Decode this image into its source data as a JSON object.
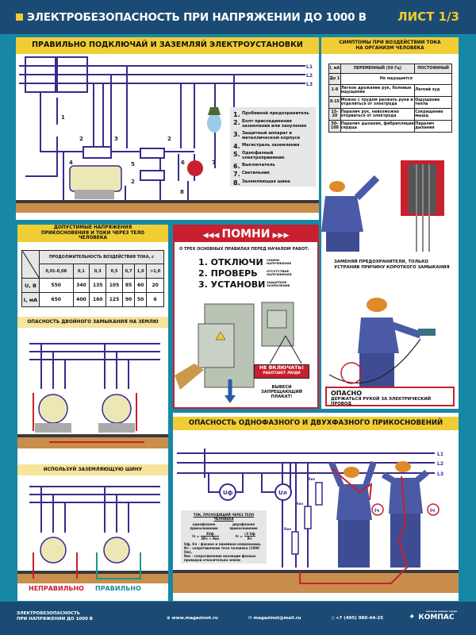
{
  "header": {
    "title": "ЭЛЕКТРОБЕЗОПАСНОСТЬ ПРИ НАПРЯЖЕНИИ ДО 1000 В",
    "sheet": "ЛИСТ 1/3"
  },
  "connect": {
    "title": "ПРАВИЛЬНО ПОДКЛЮЧАЙ И ЗАЗЕМЛЯЙ ЭЛЕКТРОУСТАНОВКИ",
    "lines": [
      "L1",
      "L2",
      "L3"
    ],
    "markers": [
      "1",
      "2",
      "3",
      "2",
      "4",
      "2",
      "5",
      "6",
      "7",
      "8"
    ],
    "legend": [
      {
        "n": "1.",
        "t": "Пробивной предохранитель"
      },
      {
        "n": "2.",
        "t": "Болт присоединения заземления или зануления"
      },
      {
        "n": "3.",
        "t": "Защитный аппарат в металлическом корпусе"
      },
      {
        "n": "4.",
        "t": "Магистраль заземления"
      },
      {
        "n": "5.",
        "t": "Однофазный электроприемник"
      },
      {
        "n": "6.",
        "t": "Выключатель"
      },
      {
        "n": "7.",
        "t": "Светильник"
      },
      {
        "n": "8.",
        "t": "Заземляющая шина"
      }
    ]
  },
  "symptoms": {
    "title": "СИМПТОМЫ ПРИ ВОЗДЕЙСТВИИ ТОКА НА ОРГАНИЗМ ЧЕЛОВЕКА",
    "headers": [
      "I, мА",
      "ПЕРЕМЕННЫЙ (50 Гц)",
      "ПОСТОЯННЫЙ"
    ],
    "row0": {
      "i": "До 1",
      "both": "Не ощущается"
    },
    "rows": [
      {
        "i": "1-8",
        "ac": "Легкое дрожание рук, болевые ощущения",
        "dc": "Легкий зуд"
      },
      {
        "i": "8-15",
        "ac": "Можно с трудом разжать руки и отделиться от электрода",
        "dc": "Ощущение тепла"
      },
      {
        "i": "15-20",
        "ac": "Паралич рук, невозможно оторваться от электрода",
        "dc": "Сокращение мышц"
      },
      {
        "i": "50-100",
        "ac": "Паралич дыхания, фибрилляция сердца",
        "dc": "Паралич дыхания"
      }
    ],
    "fuse_caption": "ЗАМЕНЯЙ ПРЕДОХРАНИТЕЛИ, ТОЛЬКО УСТРАНИВ ПРИЧИНУ КОРОТКОГО ЗАМЫКАНИЯ",
    "danger_title": "ОПАСНО",
    "danger_text": "ДЕРЖАТЬСЯ РУКОЙ ЗА ЭЛЕКТРИЧЕСКИЙ ПРОВОД"
  },
  "voltages": {
    "title": "ДОПУСТИМЫЕ НАПРЯЖЕНИЯ ПРИКОСНОВЕНИЯ И ТОКИ ЧЕРЕЗ ТЕЛО ЧЕЛОВЕКА",
    "span_header": "ПРОДОЛЖИТЕЛЬНОСТЬ ВОЗДЕЙСТВИЯ ТОКА, с",
    "durations": [
      "0,01-0,08",
      "0,1",
      "0,3",
      "0,5",
      "0,7",
      "1,0",
      ">1,0"
    ],
    "rows": [
      {
        "label": "U, В",
        "values": [
          "550",
          "340",
          "135",
          "105",
          "85",
          "60",
          "20"
        ]
      },
      {
        "label": "I, мА",
        "values": [
          "650",
          "400",
          "160",
          "125",
          "90",
          "50",
          "6"
        ]
      }
    ],
    "double_fault_title": "ОПАСНОСТЬ ДВОЙНОГО ЗАМЫКАНИЯ НА ЗЕМЛЮ",
    "bus_title": "ИСПОЛЬЗУЙ ЗАЗЕМЛЯЮЩУЮ ШИНУ",
    "wrong": "НЕПРАВИЛЬНО",
    "right": "ПРАВИЛЬНО"
  },
  "remember": {
    "title": "ПОМНИ",
    "intro": "О ТРЕХ ОСНОВНЫХ ПРАВИЛАХ ПЕРЕД НАЧАЛОМ РАБОТ:",
    "rules": [
      {
        "text": "1. ОТКЛЮЧИ",
        "note": "СНИМИ НАПРЯЖЕНИЕ"
      },
      {
        "text": "2. ПРОВЕРЬ",
        "note": "ОТСУТСТВИЕ НАПРЯЖЕНИЯ"
      },
      {
        "text": "3. УСТАНОВИ",
        "note": "ЗАЩИТНОЕ ЗАЗЕМЛЕНИЕ"
      }
    ],
    "sign_line1": "НЕ ВКЛЮЧАТЬ!",
    "sign_line2": "РАБОТАЮТ ЛЮДИ",
    "hang_caption": "ВЫВЕСИ ЗАПРЕЩАЮЩИЙ ПЛАКАТ!"
  },
  "touch": {
    "title": "ОПАСНОСТЬ ОДНОФАЗНОГО И ДВУХФАЗНОГО ПРИКОСНОВЕНИЙ",
    "lines": [
      "L1",
      "L2",
      "L3"
    ],
    "meters": [
      "Uф",
      "Uл"
    ],
    "resistors": [
      "Rиз",
      "Rиз",
      "Rиз"
    ],
    "current": "Iч",
    "formula": {
      "title": "ТОК, ПРОХОДЯЩИЙ ЧЕРЕЗ ТЕЛО ЧЕЛОВЕКА",
      "single": "однофазное прикосновение",
      "double": "двухфазное прикосновение",
      "f1_lhs": "Iч =",
      "f1_num": "3Uф",
      "f1_den": "3Rч + Rиз",
      "f2_lhs": "Iч =",
      "f2_num": "√3 Uф",
      "f2_den": "Rч",
      "notes": [
        "Uф, Uл - фазное и линейное напряжение,",
        "Rч - сопротивление тела человека (1000 Ом),",
        "Rиз - сопротивление изоляции фазных проводов относительно земли"
      ]
    }
  },
  "footer": {
    "title1": "ЭЛЕКТРОБЕЗОПАСНОСТЬ",
    "title2": "ПРИ НАПРЯЖЕНИИ ДО 1000 В",
    "site": "www.magazinot.ru",
    "email": "magazinot@mail.ru",
    "phone": "+7 (495) 980-44-25",
    "brand": "КОМПАС",
    "brand_sub": "магазин охраны труда"
  },
  "colors": {
    "header": "#1b4b74",
    "background": "#1688a6",
    "accent": "#f1cd35",
    "wire": "#3a2a8c",
    "danger": "#c8202e"
  }
}
